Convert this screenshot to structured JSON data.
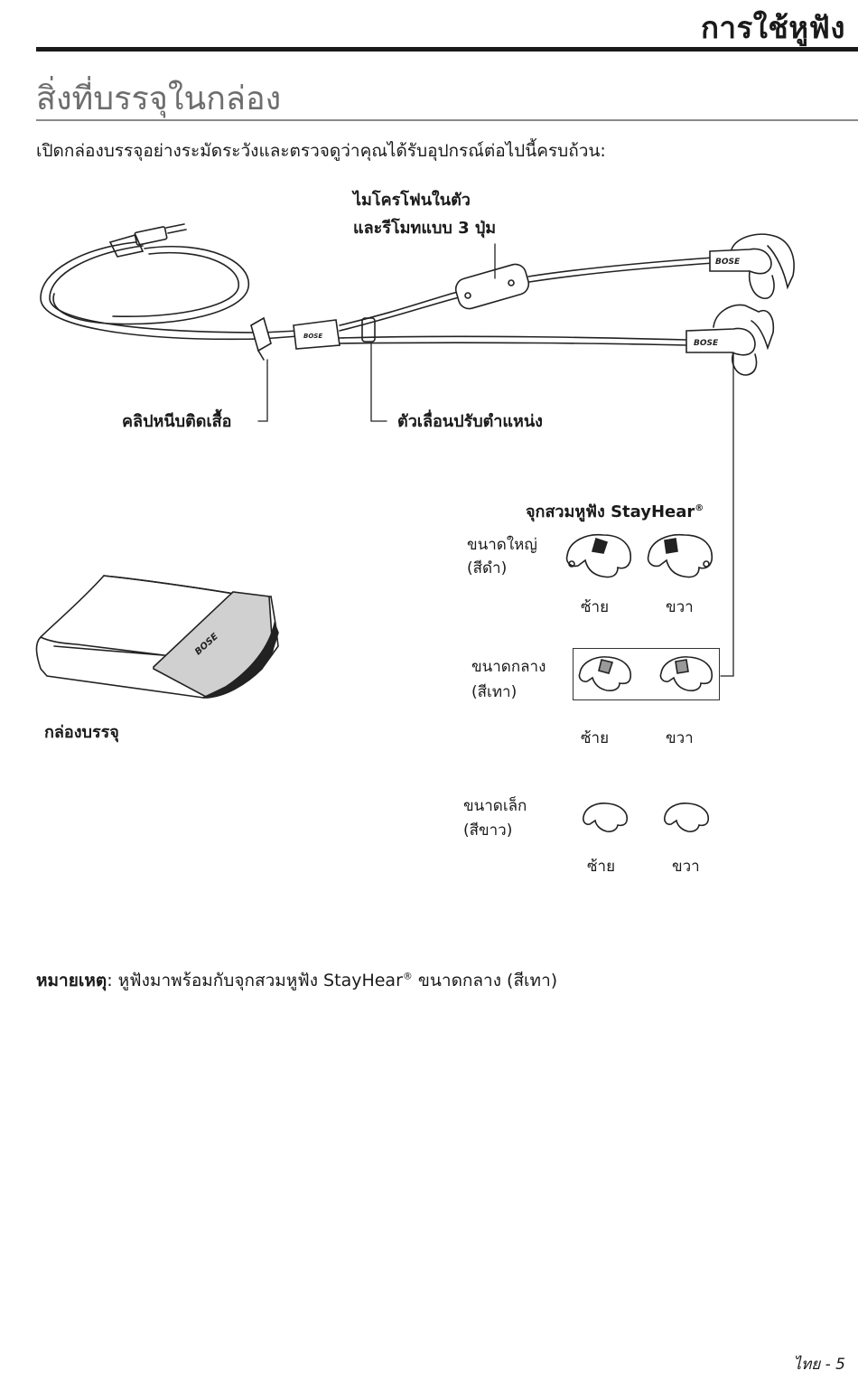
{
  "header": {
    "chapter_title": "การใช้หูฟัง",
    "section_title": "สิ่งที่บรรจุในกล่อง",
    "intro": "เปิดกล่องบรรจุอย่างระมัดระวังและตรวจดูว่าคุณได้รับอุปกรณ์ต่อไปนี้ครบถ้วน:"
  },
  "diagram": {
    "mic_label_line1": "ไมโครโฟนในตัว",
    "mic_label_line2": "และรีโมทแบบ 3 ปุ่ม",
    "clip_label": "คลิปหนีบติดเสื้อ",
    "slider_label": "ตัวเลื่อนปรับตำแหน่ง",
    "tips_title": "จุกสวมหูฟัง StayHear",
    "tips_title_reg": "®",
    "case_label": "กล่องบรรจุ",
    "brand_logo_text": "BOSE",
    "sizes": [
      {
        "name": "ขนาดใหญ่",
        "color": "(สีดำ)",
        "left": "ซ้าย",
        "right": "ขวา"
      },
      {
        "name": "ขนาดกลาง",
        "color": "(สีเทา)",
        "left": "ซ้าย",
        "right": "ขวา"
      },
      {
        "name": "ขนาดเล็ก",
        "color": "(สีขาว)",
        "left": "ซ้าย",
        "right": "ขวา"
      }
    ]
  },
  "note": {
    "label": "หมายเหตุ",
    "text_before": ": หูฟังมาพร้อมกับจุกสวมหูฟัง StayHear",
    "reg": "®",
    "text_after": " ขนาดกลาง (สีเทา)"
  },
  "footer": {
    "page": "ไทย - 5"
  }
}
